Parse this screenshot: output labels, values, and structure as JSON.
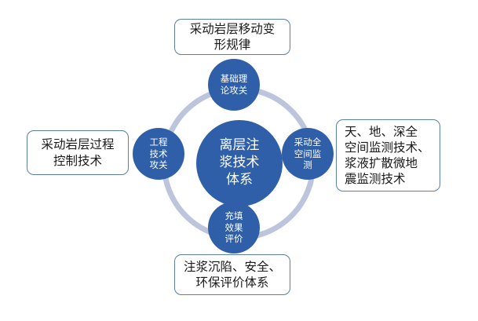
{
  "colors": {
    "ring": "#bcc5dc",
    "node": "#2f5fa8",
    "box_border": "#5b7fa6"
  },
  "center": {
    "label": "离层注\n浆技术\n体系"
  },
  "nodes": {
    "top": {
      "label": "基础理\n论攻关"
    },
    "right": {
      "label": "采动全\n空间监\n测"
    },
    "bottom": {
      "label": "充填\n效果\n评价"
    },
    "left": {
      "label": "工程\n技术\n攻关"
    }
  },
  "boxes": {
    "top": {
      "text": "采动岩层移动变\n形规律"
    },
    "left": {
      "text": "采动岩层过程\n控制技术"
    },
    "right": {
      "text": "天、地、深全\n空间监测技术、\n浆液扩散微地\n震监测技术"
    },
    "bottom": {
      "text": "注浆沉陷、安全、\n环保评价体系"
    }
  }
}
